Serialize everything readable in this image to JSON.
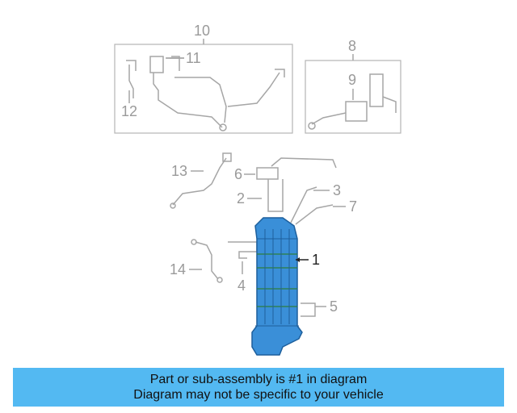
{
  "callouts": {
    "c1": "1",
    "c2": "2",
    "c3": "3",
    "c4": "4",
    "c5": "5",
    "c6": "6",
    "c7": "7",
    "c8": "8",
    "c9": "9",
    "c10": "10",
    "c11": "11",
    "c12": "12",
    "c13": "13",
    "c14": "14"
  },
  "caption": {
    "line1": "Part or sub-assembly is #1 in diagram",
    "line2": "Diagram may not be specific to your vehicle"
  },
  "colors": {
    "highlight": "#3a8fd8",
    "highlight_dark": "#1d5f9c",
    "caption_bg": "#53b9f2",
    "line_gray": "#a6a6a6",
    "stripe_green": "#2f7d3a"
  }
}
